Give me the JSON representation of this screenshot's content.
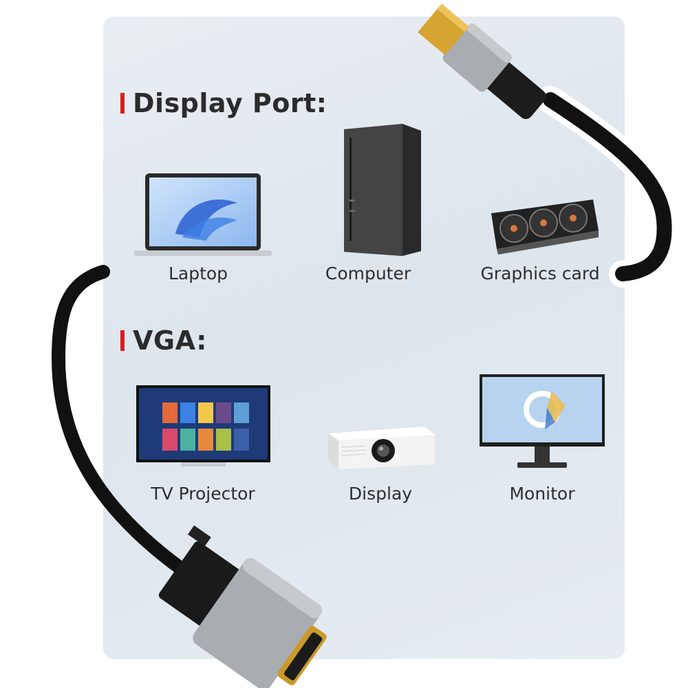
{
  "sections": {
    "display_port": {
      "title": "Display Port:",
      "devices": [
        {
          "label": "Laptop",
          "icon": "laptop-icon"
        },
        {
          "label": "Computer",
          "icon": "desktop-tower-icon"
        },
        {
          "label": "Graphics card",
          "icon": "graphics-card-icon"
        }
      ]
    },
    "vga": {
      "title": "VGA:",
      "devices": [
        {
          "label": "TV Projector",
          "icon": "tv-icon"
        },
        {
          "label": "Display",
          "icon": "projector-icon"
        },
        {
          "label": "Monitor",
          "icon": "monitor-icon"
        }
      ]
    }
  },
  "colors": {
    "accent": "#d81e1e",
    "text": "#2e2e2e",
    "panel": "#e3e9ef",
    "cable": "#111111",
    "connector_shell": "#a9adb2",
    "gold": "#d6a431"
  }
}
